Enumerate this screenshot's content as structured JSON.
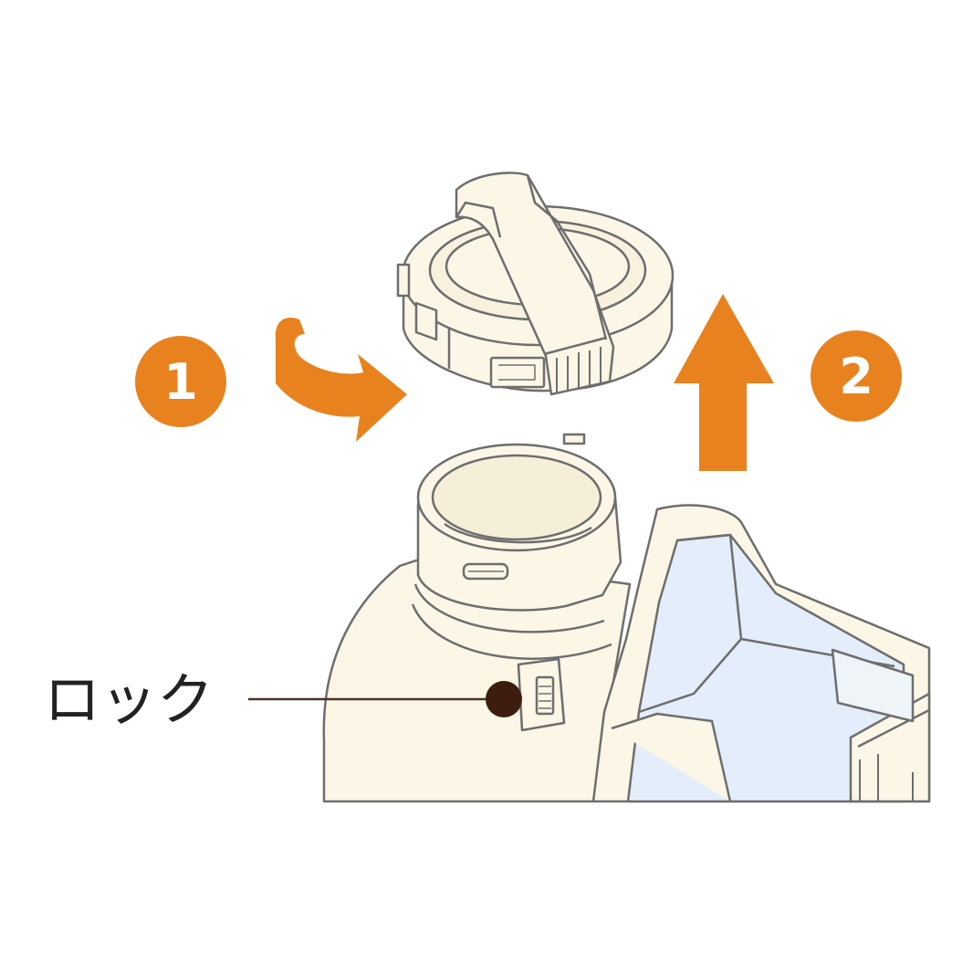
{
  "steps": [
    {
      "number": "1",
      "action": "rotate-arrow"
    },
    {
      "number": "2",
      "action": "lift-arrow"
    }
  ],
  "callout": {
    "label": "ロック"
  },
  "colors": {
    "accent": "#E8821E",
    "part_fill": "#FBF6E6",
    "part_stroke": "#6E6E6E",
    "tank_blue": "#E3EEFA",
    "callout_dot": "#3D1E0E",
    "callout_line": "#4A3325"
  }
}
